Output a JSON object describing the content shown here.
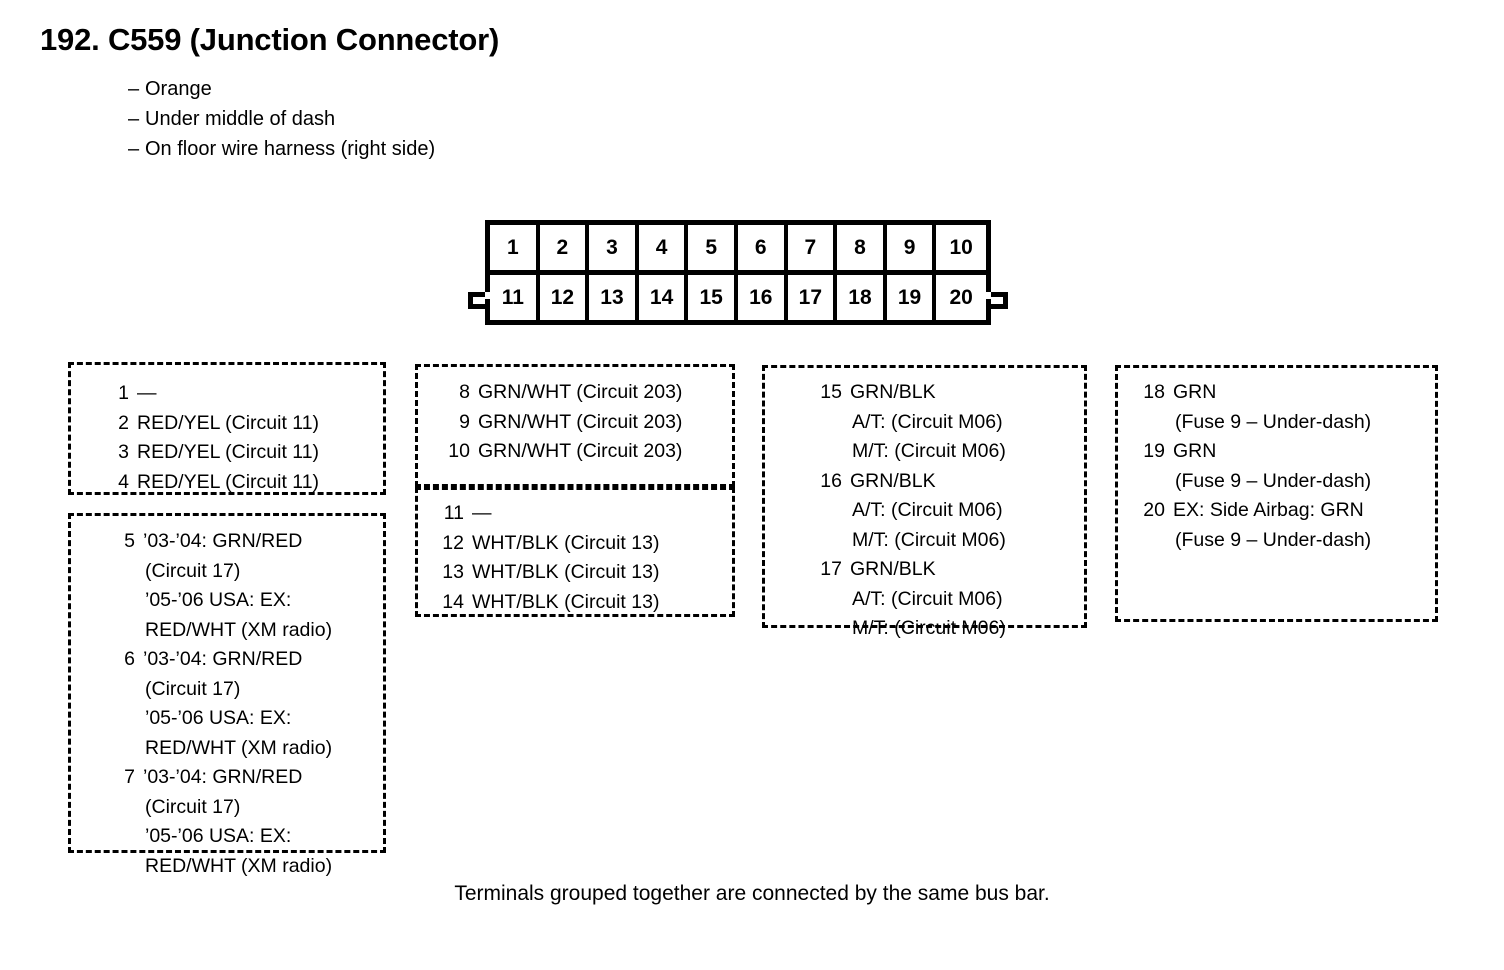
{
  "header": {
    "title": "192.  C559 (Junction Connector)",
    "bullets": [
      "Orange",
      "Under middle of dash",
      "On floor wire harness (right side)"
    ],
    "bullet_dash": "–"
  },
  "connector": {
    "name": "C559",
    "terminal_count": 20,
    "top_row": [
      "1",
      "2",
      "3",
      "4",
      "5",
      "6",
      "7",
      "8",
      "9",
      "10"
    ],
    "bottom_row": [
      "11",
      "12",
      "13",
      "14",
      "15",
      "16",
      "17",
      "18",
      "19",
      "20"
    ]
  },
  "legend_groups": [
    {
      "id": "group-1",
      "entries": [
        {
          "num": "1",
          "lines": [
            "—"
          ]
        },
        {
          "num": "2",
          "lines": [
            "RED/YEL (Circuit 11)"
          ]
        },
        {
          "num": "3",
          "lines": [
            "RED/YEL (Circuit 11)"
          ]
        },
        {
          "num": "4",
          "lines": [
            "RED/YEL (Circuit 11)"
          ]
        }
      ]
    },
    {
      "id": "group-2",
      "entries": [
        {
          "num": "5",
          "lines": [
            "’03-’04: GRN/RED",
            "(Circuit 17)",
            "’05-’06 USA: EX:",
            "RED/WHT (XM radio)"
          ]
        },
        {
          "num": "6",
          "lines": [
            "’03-’04: GRN/RED",
            "(Circuit 17)",
            "’05-’06 USA: EX:",
            "RED/WHT (XM radio)"
          ]
        },
        {
          "num": "7",
          "lines": [
            "’03-’04: GRN/RED",
            "(Circuit 17)",
            "’05-’06 USA: EX:",
            "RED/WHT (XM radio)"
          ]
        }
      ]
    },
    {
      "id": "group-3",
      "entries": [
        {
          "num": "8",
          "lines": [
            "GRN/WHT (Circuit 203)"
          ]
        },
        {
          "num": "9",
          "lines": [
            "GRN/WHT (Circuit 203)"
          ]
        },
        {
          "num": "10",
          "lines": [
            "GRN/WHT (Circuit 203)"
          ]
        }
      ]
    },
    {
      "id": "group-4",
      "entries": [
        {
          "num": "11",
          "lines": [
            "—"
          ]
        },
        {
          "num": "12",
          "lines": [
            "WHT/BLK (Circuit 13)"
          ]
        },
        {
          "num": "13",
          "lines": [
            "WHT/BLK (Circuit 13)"
          ]
        },
        {
          "num": "14",
          "lines": [
            "WHT/BLK (Circuit 13)"
          ]
        }
      ]
    },
    {
      "id": "group-5",
      "entries": [
        {
          "num": "15",
          "lines": [
            "GRN/BLK",
            "A/T: (Circuit M06)",
            "M/T: (Circuit M06)"
          ]
        },
        {
          "num": "16",
          "lines": [
            "GRN/BLK",
            "A/T: (Circuit M06)",
            "M/T: (Circuit M06)"
          ]
        },
        {
          "num": "17",
          "lines": [
            "GRN/BLK",
            "A/T: (Circuit M06)",
            "M/T: (Circuit M06)"
          ]
        }
      ]
    },
    {
      "id": "group-6",
      "entries": [
        {
          "num": "18",
          "lines": [
            "GRN",
            "(Fuse 9 – Under-dash)"
          ]
        },
        {
          "num": "19",
          "lines": [
            "GRN",
            "(Fuse 9 – Under-dash)"
          ]
        },
        {
          "num": "20",
          "lines": [
            "EX: Side Airbag: GRN",
            "(Fuse 9 – Under-dash)"
          ]
        }
      ]
    }
  ],
  "footer": {
    "note": "Terminals grouped together are connected by the same bus bar."
  },
  "colors": {
    "ink": "#000000",
    "paper": "#ffffff"
  }
}
